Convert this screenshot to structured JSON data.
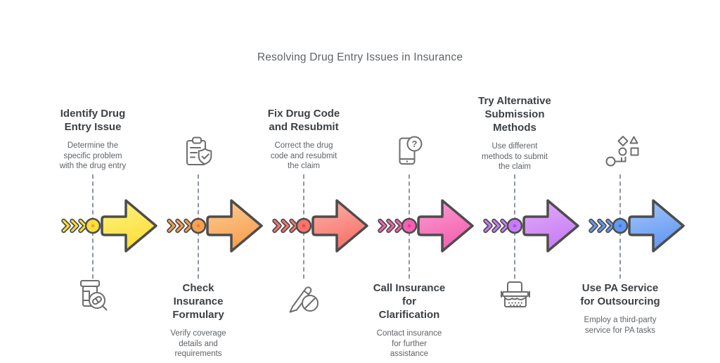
{
  "title": "Resolving Drug Entry Issues in Insurance",
  "colors": {
    "background": "#FFFFFF",
    "outline": "#4D4D4D",
    "heading-text": "#3C4146",
    "body-text": "#5F6368",
    "icon-stroke": "#6D6D6D",
    "dash": "#8F969E"
  },
  "steps": [
    {
      "heading": "Identify Drug\nEntry Issue",
      "description": "Determine the\nspecific problem\nwith the drug entry",
      "icon": "pill-bottle-search-icon",
      "text_position": "above",
      "color": "#FBDF3A",
      "color_light": "#FDF386",
      "color_dark": "#F2A33C"
    },
    {
      "heading": "Check\nInsurance\nFormulary",
      "description": "Verify coverage\ndetails and\nrequirements",
      "icon": "clipboard-shield-check-icon",
      "text_position": "below",
      "color": "#F8A052",
      "color_light": "#FBCE96",
      "color_dark": "#EF7D2F"
    },
    {
      "heading": "Fix Drug Code\nand Resubmit",
      "description": "Correct the drug\ncode and resubmit\nthe claim",
      "icon": "pencil-pill-icon",
      "text_position": "above",
      "color": "#F7736B",
      "color_light": "#FCB3AB",
      "color_dark": "#EF4A44"
    },
    {
      "heading": "Call Insurance\nfor\nClarification",
      "description": "Contact insurance\nfor further\nassistance",
      "icon": "phone-question-icon",
      "text_position": "below",
      "color": "#F462B0",
      "color_light": "#FA9FD2",
      "color_dark": "#E5399B"
    },
    {
      "heading": "Try Alternative\nSubmission\nMethods",
      "description": "Use different\nmethods to submit\nthe claim",
      "icon": "fax-machine-icon",
      "text_position": "above",
      "color": "#C87CF4",
      "color_light": "#E2AFFA",
      "color_dark": "#A94FE8"
    },
    {
      "heading": "Use PA Service\nfor Outsourcing",
      "description": "Employ a third-party\nservice for PA tasks",
      "icon": "shapes-key-icon",
      "text_position": "below",
      "color": "#6499F2",
      "color_light": "#A7C8FA",
      "color_dark": "#3D7BE0"
    }
  ]
}
